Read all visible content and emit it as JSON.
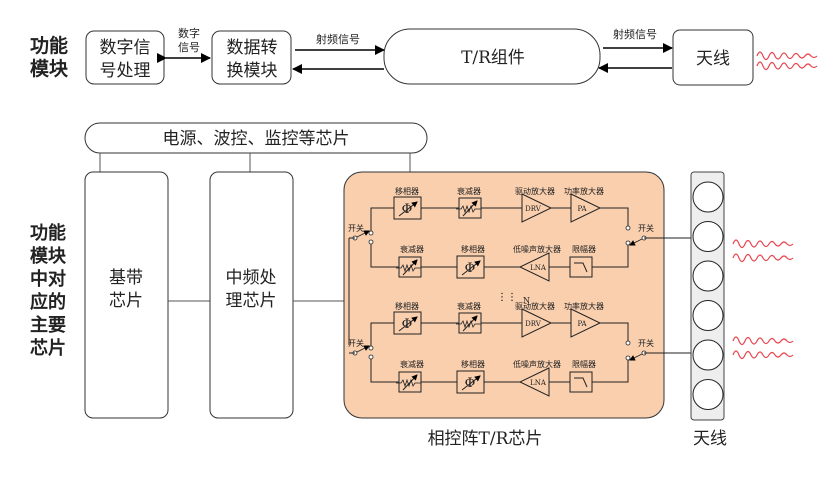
{
  "top_row": {
    "label_line1": "功能",
    "label_line2": "模块",
    "dsp": {
      "line1": "数字信",
      "line2": "号处理"
    },
    "digital_signal": {
      "line1": "数字",
      "line2": "信号"
    },
    "converter": {
      "line1": "数据转",
      "line2": "换模块"
    },
    "rf_signal_1": "射频信号",
    "tr_module": "T/R组件",
    "rf_signal_2": "射频信号",
    "antenna": "天线"
  },
  "bottom": {
    "label_lines": [
      "功能",
      "模块",
      "中对",
      "应的",
      "主要",
      "芯片"
    ],
    "support_chips": "电源、波控、监控等芯片",
    "baseband": {
      "line1": "基带",
      "line2": "芯片"
    },
    "if_chip": {
      "line1": "中频处",
      "line2": "理芯片"
    },
    "tr_chip_caption": "相控阵T/R芯片",
    "antenna_caption": "天线",
    "n_label": "N",
    "channel": {
      "switch": "开关",
      "phase_shifter": "移相器",
      "attenuator": "衰减器",
      "driver_amp": "驱动放大器",
      "power_amp": "功率放大器",
      "lna_label": "低噪声放大器",
      "limiter": "限幅器",
      "drv": "DRV",
      "pa": "PA",
      "lna": "LNA"
    },
    "antenna_elements": 6
  },
  "colors": {
    "tr_chip_fill": "#f9cfae",
    "wave": "#e8454f",
    "antenna_bar": "#eeeeee"
  }
}
